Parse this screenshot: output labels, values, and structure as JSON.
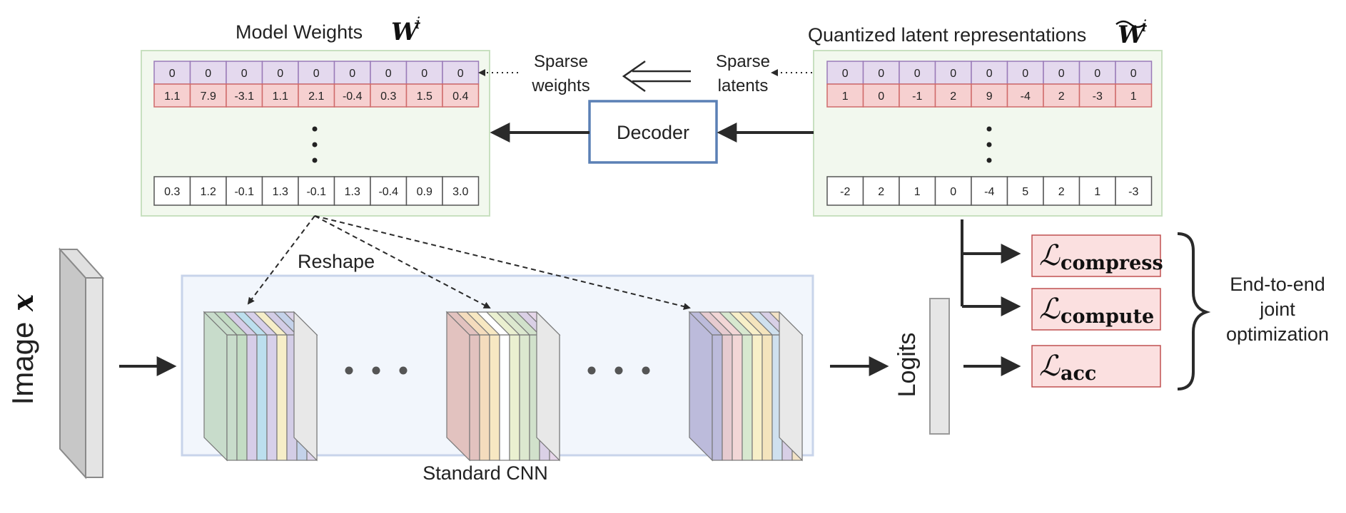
{
  "title_weights": "Model Weights",
  "title_weights_symbol": "W",
  "title_weights_sup": "i",
  "title_latents": "Quantized latent representations",
  "title_latents_symbol": "W",
  "title_latents_sup": "i",
  "weights_table": {
    "row_zero": [
      "0",
      "0",
      "0",
      "0",
      "0",
      "0",
      "0",
      "0",
      "0"
    ],
    "row_first": [
      "1.1",
      "7.9",
      "-3.1",
      "1.1",
      "2.1",
      "-0.4",
      "0.3",
      "1.5",
      "0.4"
    ],
    "row_last": [
      "0.3",
      "1.2",
      "-0.1",
      "1.3",
      "-0.1",
      "1.3",
      "-0.4",
      "0.9",
      "3.0"
    ]
  },
  "latents_table": {
    "row_zero": [
      "0",
      "0",
      "0",
      "0",
      "0",
      "0",
      "0",
      "0",
      "0"
    ],
    "row_first": [
      "1",
      "0",
      "-1",
      "2",
      "9",
      "-4",
      "2",
      "-3",
      "1"
    ],
    "row_last": [
      "-2",
      "2",
      "1",
      "0",
      "-4",
      "5",
      "2",
      "1",
      "-3"
    ]
  },
  "sparse_weights_label": [
    "Sparse",
    "weights"
  ],
  "sparse_latents_label": [
    "Sparse",
    "latents"
  ],
  "decoder_label": "Decoder",
  "reshape_label": "Reshape",
  "image_label": "Image",
  "image_symbol": "x",
  "cnn_label": "Standard CNN",
  "logits_label": "Logits",
  "losses": [
    {
      "base": "ℒ",
      "sub": "compress"
    },
    {
      "base": "ℒ",
      "sub": "compute"
    },
    {
      "base": "ℒ",
      "sub": "acc"
    }
  ],
  "optimization_label": [
    "End-to-end",
    "joint",
    "optimization"
  ],
  "colors": {
    "table_zero_row": "#e4d9ee",
    "table_first_row": "#f6d0d0",
    "panel_fill": "#f2f8ee",
    "panel_border": "#c8e0c0",
    "decoder_border": "#5b80b5",
    "cnn_fill": "#f2f6fc",
    "cnn_border": "#c8d4ea",
    "loss_fill": "#fbe0e0",
    "loss_border": "#c05050"
  }
}
